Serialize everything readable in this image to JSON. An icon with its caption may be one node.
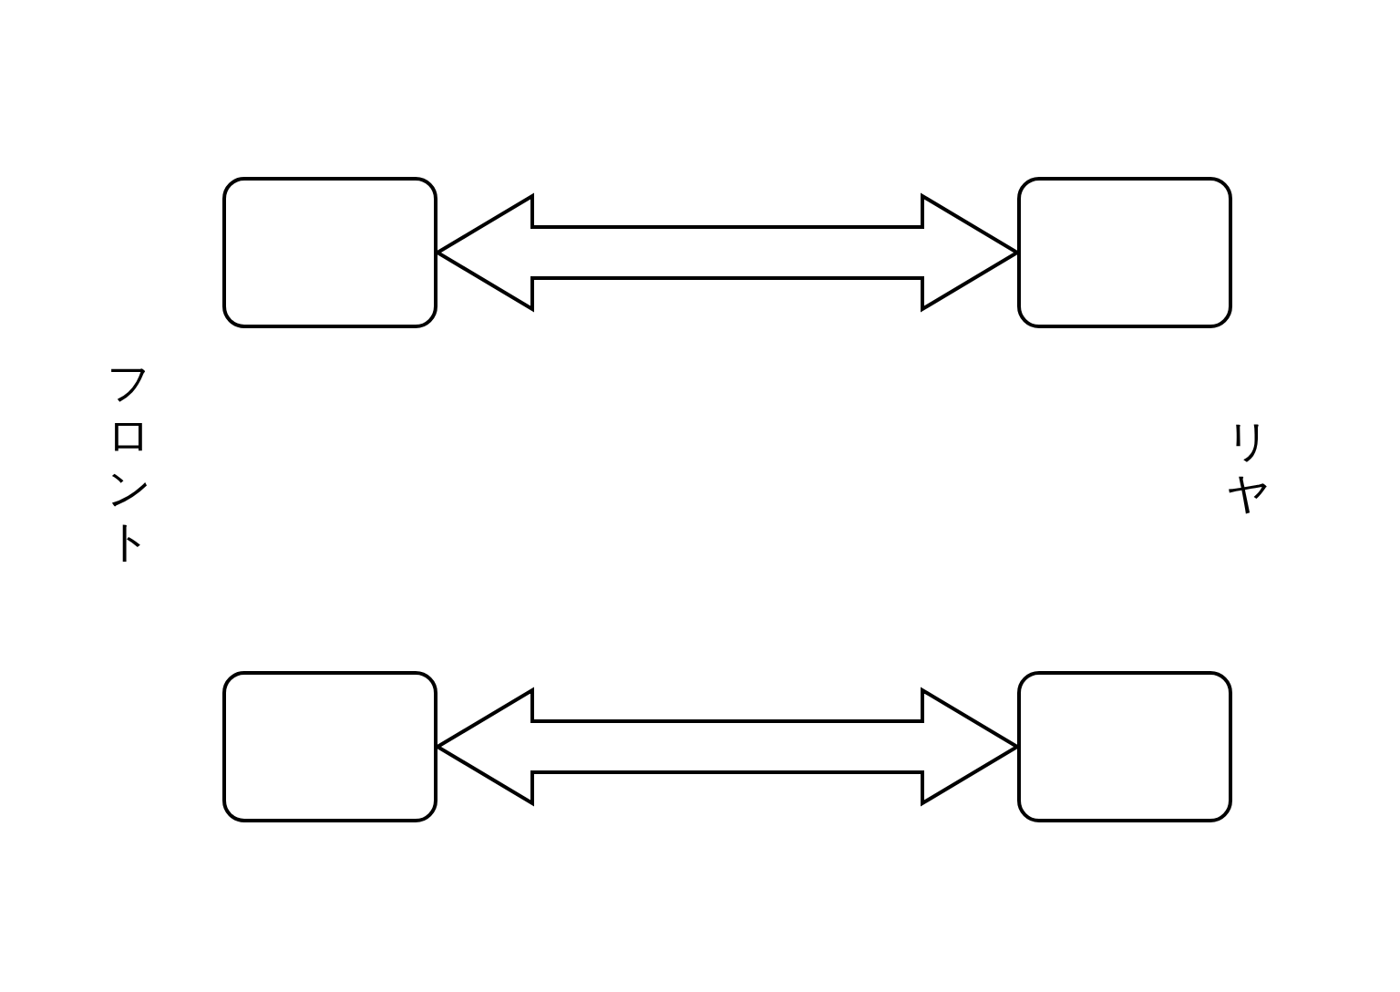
{
  "diagram": {
    "nodes": [
      {
        "text": [],
        "shape": "box"
      },
      {
        "text": [],
        "shape": "box"
      },
      {
        "text": [],
        "shape": "box"
      },
      {
        "text": [],
        "shape": "box"
      }
    ],
    "edges": [
      {
        "from": 0,
        "to": 1,
        "arrow": "both"
      },
      {
        "from": 2,
        "to": 3,
        "arrow": "both"
      }
    ],
    "labels": [
      "フロント",
      "リヤ"
    ]
  }
}
